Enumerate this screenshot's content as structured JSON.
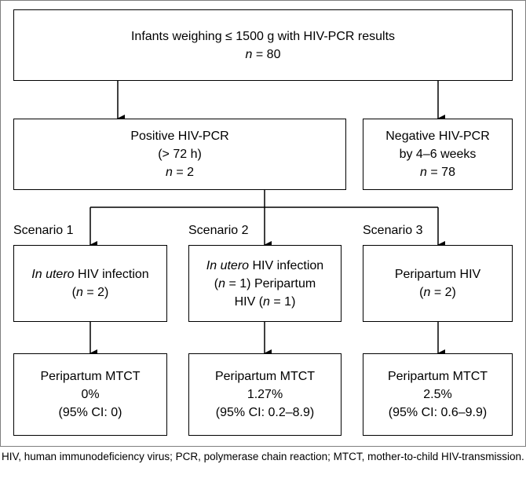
{
  "top_box": {
    "line1": "Infants weighing ≤ 1500 g with HIV-PCR results",
    "n_label": "n",
    "n_value": " = 80"
  },
  "positive_box": {
    "line1": "Positive HIV-PCR",
    "line2": "(> 72 h)",
    "n_label": "n",
    "n_value": " = 2"
  },
  "negative_box": {
    "line1": "Negative HIV-PCR",
    "line2": "by 4–6 weeks",
    "n_label": "n",
    "n_value": " = 78"
  },
  "scenarios": [
    {
      "label": "Scenario 1",
      "cause": {
        "italic": "In utero",
        "rest": " HIV infection",
        "n_open": "(",
        "n_label": "n",
        "n_close": " = 2)"
      },
      "result": {
        "title": "Peripartum MTCT",
        "value": "0%",
        "ci": "(95% CI: 0)"
      }
    },
    {
      "label": "Scenario 2",
      "cause": {
        "italic": "In utero",
        "rest": " HIV infection",
        "l2_open": "(",
        "n_label": "n",
        "l2_close": " = 1) Peripartum",
        "l3": "HIV (",
        "n_label2": "n",
        "l3_close": " = 1)"
      },
      "result": {
        "title": "Peripartum MTCT",
        "value": "1.27%",
        "ci": "(95% CI: 0.2–8.9)"
      }
    },
    {
      "label": "Scenario 3",
      "cause": {
        "rest": "Peripartum HIV",
        "n_open": "(",
        "n_label": "n",
        "n_close": " = 2)"
      },
      "result": {
        "title": "Peripartum MTCT",
        "value": "2.5%",
        "ci": "(95% CI: 0.6–9.9)"
      }
    }
  ],
  "caption": "HIV, human immunodeficiency virus; PCR, polymerase chain reaction; MTCT, mother-to-child HIV-transmission."
}
